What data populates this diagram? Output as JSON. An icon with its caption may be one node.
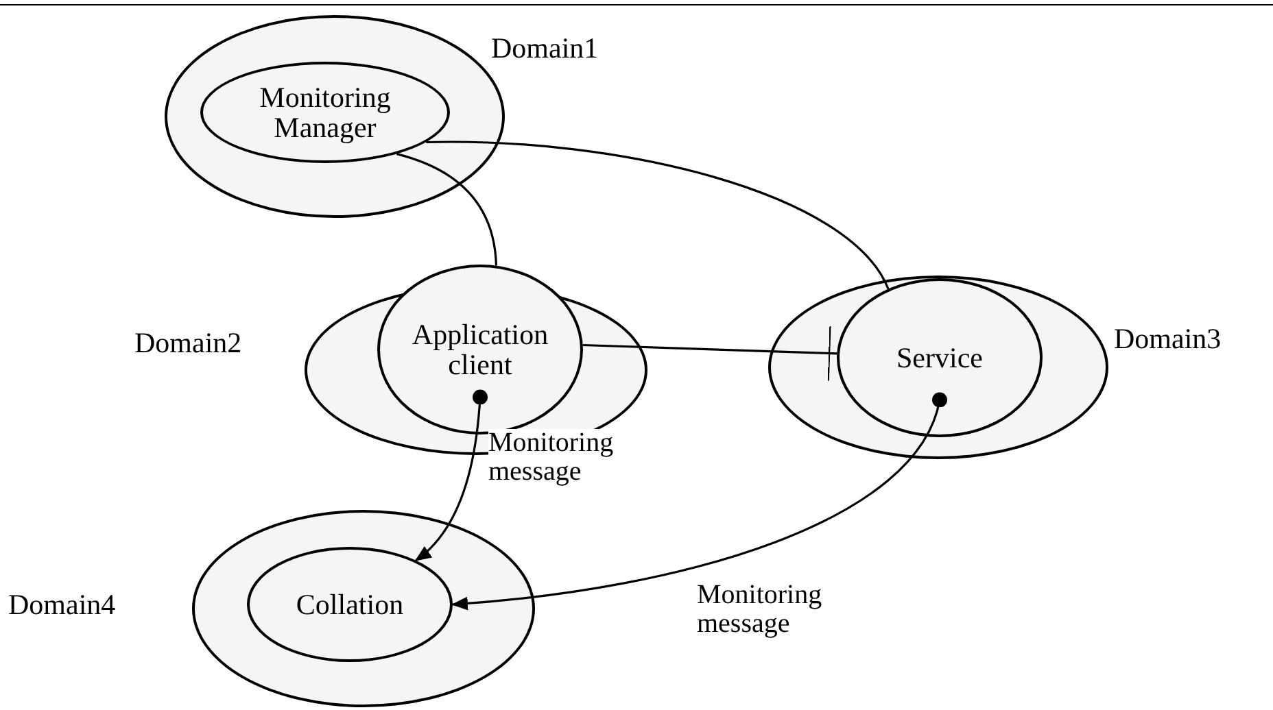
{
  "diagram": {
    "nodes": [
      {
        "text": [
          "Domain1"
        ]
      },
      {
        "text": [
          "Monitoring Manager"
        ],
        "in": 0
      },
      {
        "text": [
          "Domain2"
        ]
      },
      {
        "text": [
          "Application client"
        ],
        "in": 2
      },
      {
        "text": [
          "Domain3"
        ]
      },
      {
        "text": [
          "Service"
        ],
        "in": 4
      },
      {
        "text": [
          "Domain4"
        ]
      },
      {
        "text": [
          "Collation"
        ],
        "in": 6
      }
    ],
    "edges": [
      {
        "from": 1,
        "to": 3,
        "arrow": "none"
      },
      {
        "from": 1,
        "to": 5,
        "arrow": "none"
      },
      {
        "from": 3,
        "to": 5,
        "arrow": "other"
      },
      {
        "from": 3,
        "to": 7,
        "arrow": "to",
        "label": "Monitoring message"
      },
      {
        "from": 5,
        "to": 7,
        "arrow": "to",
        "label": "Monitoring message"
      }
    ]
  }
}
